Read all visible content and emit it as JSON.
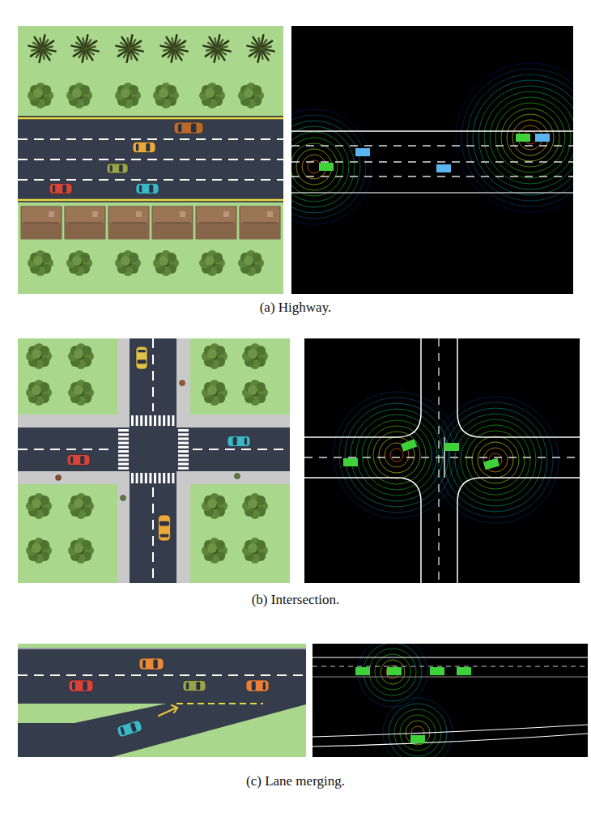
{
  "diagram": {
    "labels": [
      "(a) Highway.",
      "(b) Intersection.",
      "(c) Lane merging."
    ]
  }
}
